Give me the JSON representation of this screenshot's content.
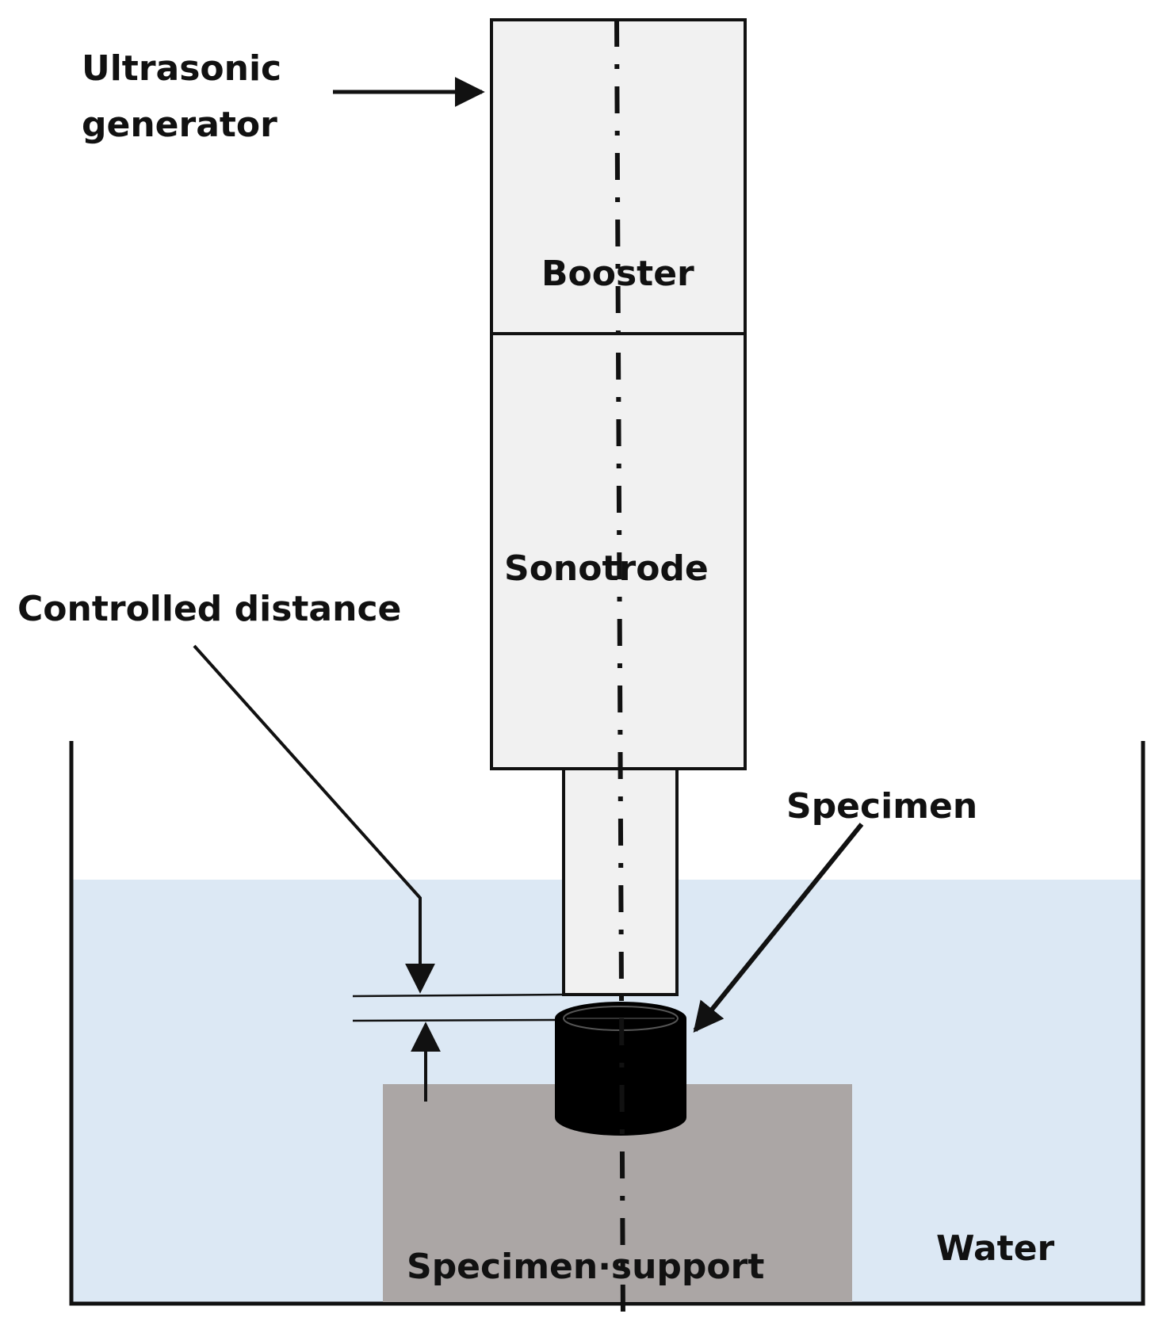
{
  "labels": {
    "ultrasonic_line1": "Ultrasonic",
    "ultrasonic_line2": "generator",
    "booster": "Booster",
    "sonotrode": "Sonotrode",
    "controlled_distance": "Controlled distance",
    "specimen": "Specimen",
    "specimen_support": "Specimen·support",
    "water": "Water"
  },
  "colors": {
    "water": "#dce8f4",
    "support": "#aba6a5",
    "housing": "#f1f1f1",
    "specimen": "#000000",
    "line": "#111111"
  }
}
